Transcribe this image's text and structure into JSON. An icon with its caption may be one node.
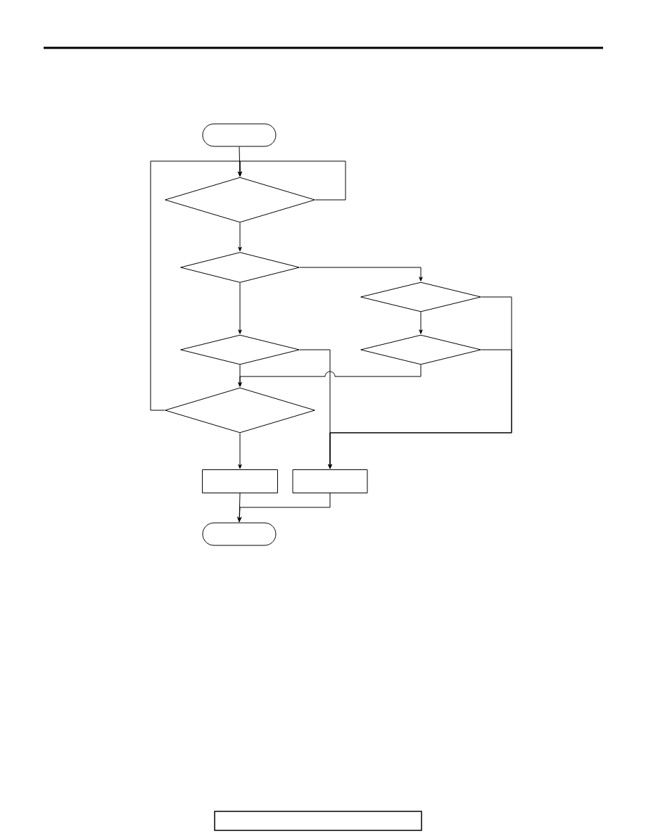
{
  "diagram": {
    "nodes": [
      {
        "text": [],
        "shape": "stadium"
      },
      {
        "text": [],
        "shape": "diamond"
      },
      {
        "text": [],
        "shape": "diamond"
      },
      {
        "text": [],
        "shape": "diamond"
      },
      {
        "text": [],
        "shape": "diamond"
      },
      {
        "text": [],
        "shape": "diamond"
      },
      {
        "text": [],
        "shape": "diamond"
      },
      {
        "text": [],
        "shape": "box"
      },
      {
        "text": [],
        "shape": "box"
      },
      {
        "text": [],
        "shape": "stadium"
      }
    ],
    "edges": [
      {
        "from": 0,
        "to": 1,
        "arrow": "to"
      },
      {
        "from": 1,
        "to": 1,
        "arrow": "to"
      },
      {
        "from": 6,
        "to": 1,
        "arrow": "to"
      },
      {
        "from": 1,
        "to": 2,
        "arrow": "to"
      },
      {
        "from": 2,
        "to": 3,
        "arrow": "to"
      },
      {
        "from": 2,
        "to": 4,
        "arrow": "to"
      },
      {
        "from": 3,
        "to": 5,
        "arrow": "to"
      },
      {
        "from": 3,
        "to": 8,
        "arrow": "to"
      },
      {
        "from": 5,
        "to": 8,
        "arrow": "to"
      },
      {
        "from": 4,
        "to": 8,
        "arrow": "to"
      },
      {
        "from": 4,
        "to": 6,
        "arrow": "to"
      },
      {
        "from": 5,
        "to": 6,
        "arrow": "to"
      },
      {
        "from": 6,
        "to": 7,
        "arrow": "to"
      },
      {
        "from": 7,
        "to": 9,
        "arrow": "to"
      },
      {
        "from": 8,
        "to": 9,
        "arrow": "to"
      }
    ]
  }
}
